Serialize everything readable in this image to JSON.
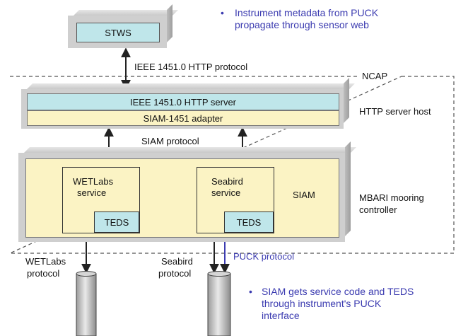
{
  "notes": {
    "top_bullet": "•",
    "top_line1": "Instrument metadata from PUCK",
    "top_line2": "propagate through sensor web",
    "bottom_bullet": "•",
    "bottom_line1": "SIAM gets service code and TEDS",
    "bottom_line2": "through instrument's PUCK",
    "bottom_line3": "interface"
  },
  "stws": {
    "label": "STWS"
  },
  "protocols": {
    "ieee_http": "IEEE 1451.0 HTTP protocol",
    "siam": "SIAM protocol",
    "puck": "PUCK protocol",
    "wetlabs_line1": "WETLabs",
    "wetlabs_line2": "protocol",
    "seabird_line1": "Seabird",
    "seabird_line2": "protocol"
  },
  "ncap": {
    "label": "NCAP"
  },
  "http_host": {
    "server_band": "IEEE 1451.0 HTTP server",
    "adapter_band": "SIAM-1451 adapter",
    "side_label": "HTTP server host"
  },
  "controller": {
    "siam_label": "SIAM",
    "side_line1": "MBARI mooring",
    "side_line2": "controller",
    "wetlabs_service_line1": "WETLabs",
    "wetlabs_service_line2": "service",
    "seabird_service_line1": "Seabird",
    "seabird_service_line2": "service",
    "teds_left": "TEDS",
    "teds_right": "TEDS"
  },
  "colors": {
    "cyan_fill": "#bfe6ea",
    "cream_fill": "#fbf3c4",
    "blue_text": "#3b3bb0",
    "gray_box": "#cfcfcf"
  }
}
